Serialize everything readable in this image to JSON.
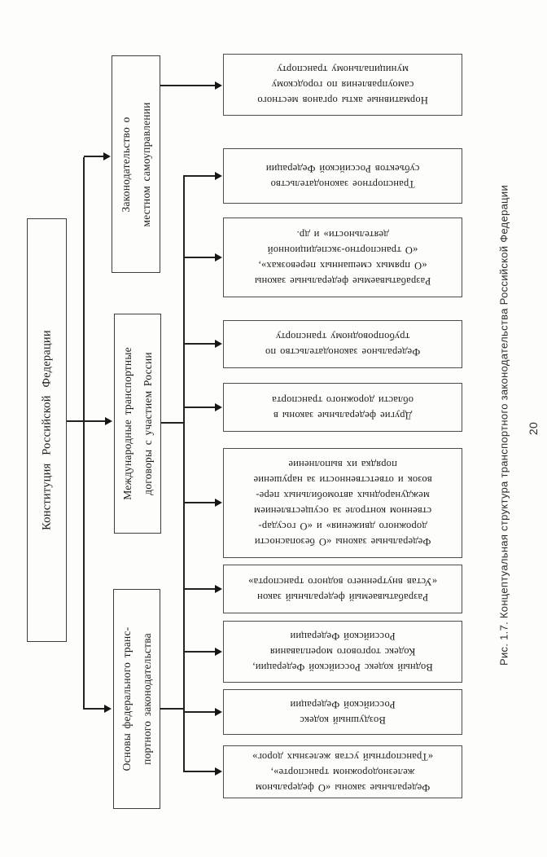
{
  "figure": {
    "caption": "Рис. 1.7. Концептуальная структура транспортного законодательства Российской  Федерации",
    "page_number": "20"
  },
  "diagram": {
    "root": {
      "label": "Конституция  Российской  Федерации"
    },
    "parents": [
      {
        "lines": [
          "Законодательство  о",
          "местном  самоуправлении"
        ]
      },
      {
        "lines": [
          "Международные транспортные",
          "договоры с участием России"
        ]
      },
      {
        "lines": [
          "Основы федерального транс-",
          "портного законодательства"
        ]
      }
    ],
    "leaves": [
      {
        "lines": [
          "Нормативные акты органов местного",
          "самоуправления по городскому",
          "муниципальному транспорту"
        ]
      },
      {
        "lines": [
          "Транспортное  законодательство",
          "субъектов Российской Федерации"
        ]
      },
      {
        "lines": [
          "Разрабатываемые федеральные законы",
          "«О прямых смешанных перевозках»,",
          "«О транспортно-экспедиционной",
          "деятельности»  и  др."
        ]
      },
      {
        "lines": [
          "Федеральное  законодательство  по",
          "трубопроводному  транспорту"
        ]
      },
      {
        "lines": [
          "Другие федеральные законы  в",
          "области дорожного  транспорта"
        ]
      },
      {
        "lines": [
          "Федеральные законы «О безопасности",
          "дорожного движения»  и  «О государ-",
          "ственном контроле за осуществлением",
          "международных автомобильных пере-",
          "возок и ответственности за нарушение",
          "порядка их выполнение"
        ]
      },
      {
        "lines": [
          "Разрабатываемый федеральный закон",
          "«Устав внутреннего водного транспорта»"
        ]
      },
      {
        "lines": [
          "Водный кодекс Российской Федерации,",
          "Кодекс торгового мореплавания",
          "Российской  Федерации"
        ]
      },
      {
        "lines": [
          "Воздушный  кодекс",
          "Российской  Федерации"
        ]
      },
      {
        "lines": [
          "Федеральные законы  «О федеральном",
          "железнодорожном  транспорте»,",
          "«Транспортный устав железных дорог»"
        ]
      }
    ]
  }
}
